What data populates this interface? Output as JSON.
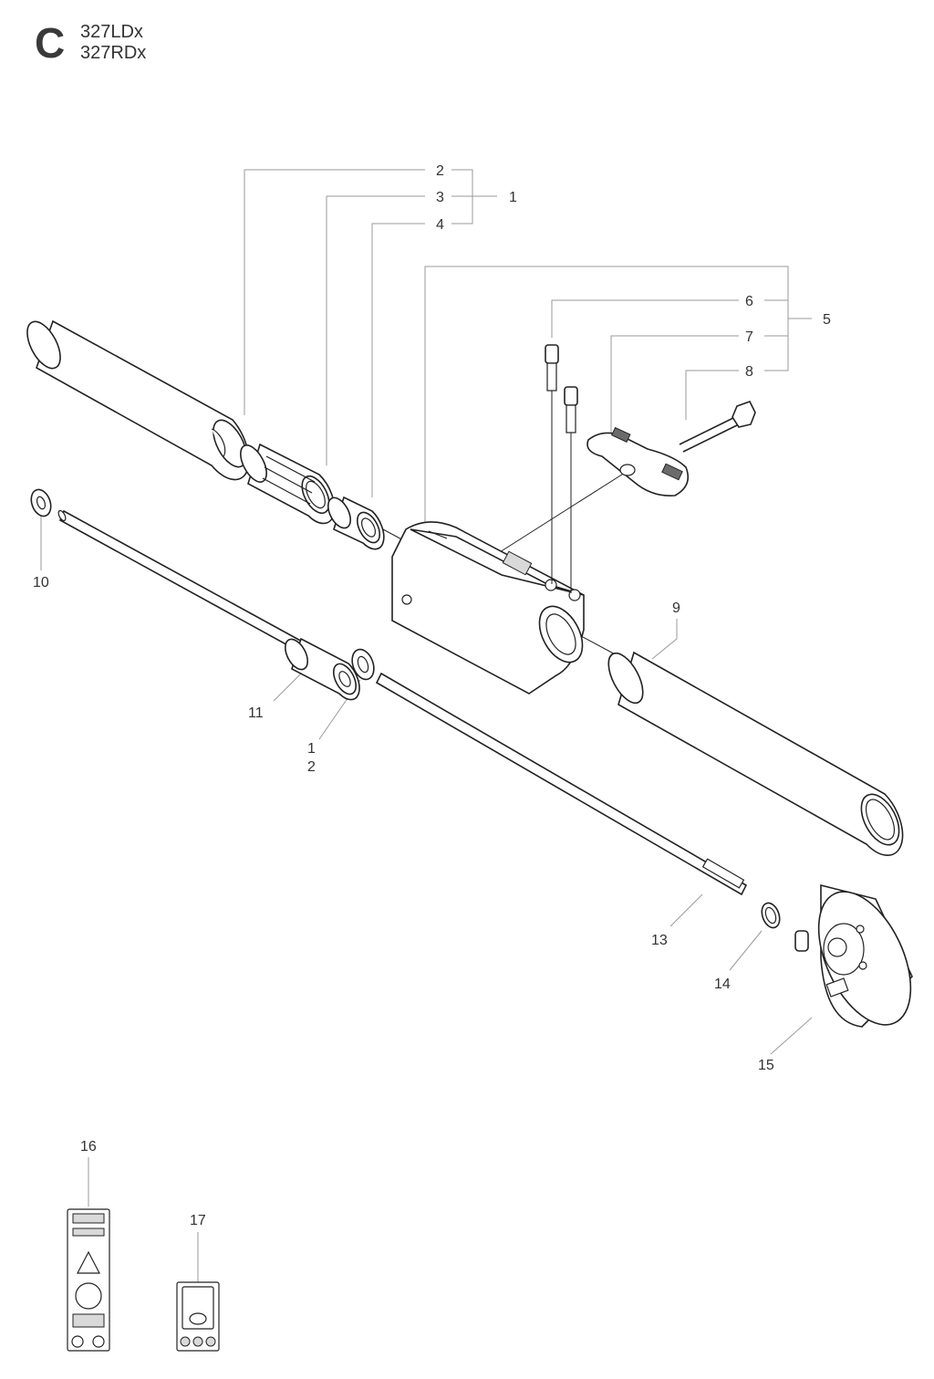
{
  "header": {
    "section_letter": "C",
    "models": [
      "327LDx",
      "327RDx"
    ]
  },
  "callouts": {
    "c1": "1",
    "c2": "2",
    "c3": "3",
    "c4": "4",
    "c5": "5",
    "c6": "6",
    "c7": "7",
    "c8": "8",
    "c9": "9",
    "c10": "10",
    "c11": "11",
    "c12a": "1",
    "c12b": "2",
    "c13": "13",
    "c14": "14",
    "c15": "15",
    "c16": "16",
    "c17": "17"
  }
}
